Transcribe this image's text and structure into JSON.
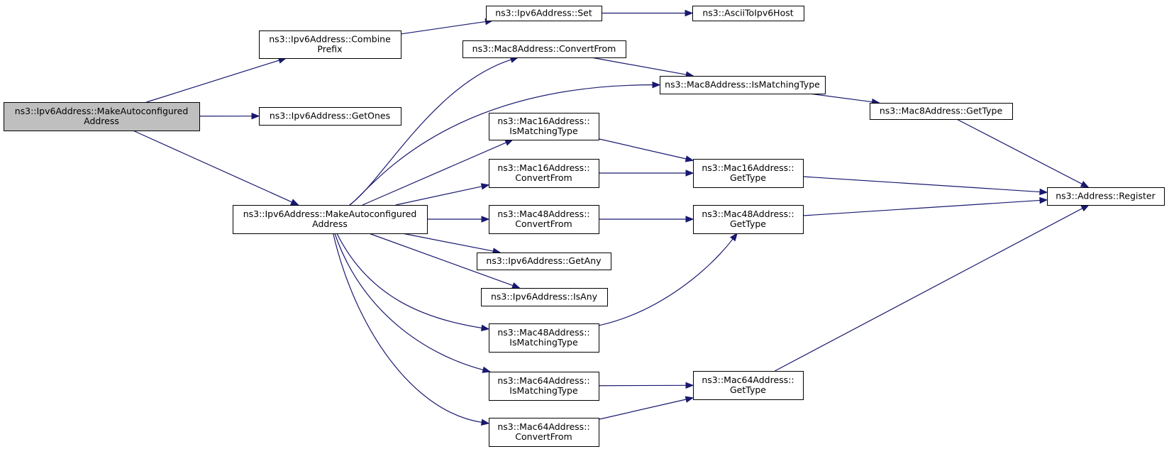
{
  "colors": {
    "edge": "#191970",
    "node_fill": "#ffffff",
    "root_fill": "#bfbfbf",
    "border": "#000000"
  },
  "nodes": [
    {
      "id": "n_root",
      "name": "node-root-make-autoconfigured-address",
      "lines": [
        "ns3::Ipv6Address::MakeAutoconfigured",
        "Address"
      ],
      "root": true
    },
    {
      "id": "n_combine",
      "name": "node-combine-prefix",
      "lines": [
        "ns3::Ipv6Address::Combine",
        "Prefix"
      ]
    },
    {
      "id": "n_getones",
      "name": "node-get-ones",
      "lines": [
        "ns3::Ipv6Address::GetOnes"
      ]
    },
    {
      "id": "n_make2",
      "name": "node-make-autoconfigured-address-2",
      "lines": [
        "ns3::Ipv6Address::MakeAutoconfigured",
        "Address"
      ]
    },
    {
      "id": "n_set",
      "name": "node-ipv6-set",
      "lines": [
        "ns3::Ipv6Address::Set"
      ]
    },
    {
      "id": "n_ascii",
      "name": "node-ascii-to-ipv6-host",
      "lines": [
        "ns3::AsciiToIpv6Host"
      ]
    },
    {
      "id": "n_mac8conv",
      "name": "node-mac8-convert-from",
      "lines": [
        "ns3::Mac8Address::ConvertFrom"
      ]
    },
    {
      "id": "n_mac8match",
      "name": "node-mac8-is-matching-type",
      "lines": [
        "ns3::Mac8Address::IsMatchingType"
      ]
    },
    {
      "id": "n_mac8type",
      "name": "node-mac8-get-type",
      "lines": [
        "ns3::Mac8Address::GetType"
      ]
    },
    {
      "id": "n_mac16match",
      "name": "node-mac16-is-matching-type",
      "lines": [
        "ns3::Mac16Address::",
        "IsMatchingType"
      ]
    },
    {
      "id": "n_mac16type",
      "name": "node-mac16-get-type",
      "lines": [
        "ns3::Mac16Address::",
        "GetType"
      ]
    },
    {
      "id": "n_mac16conv",
      "name": "node-mac16-convert-from",
      "lines": [
        "ns3::Mac16Address::",
        "ConvertFrom"
      ]
    },
    {
      "id": "n_register",
      "name": "node-address-register",
      "lines": [
        "ns3::Address::Register"
      ]
    },
    {
      "id": "n_mac48conv",
      "name": "node-mac48-convert-from",
      "lines": [
        "ns3::Mac48Address::",
        "ConvertFrom"
      ]
    },
    {
      "id": "n_mac48type",
      "name": "node-mac48-get-type",
      "lines": [
        "ns3::Mac48Address::",
        "GetType"
      ]
    },
    {
      "id": "n_getany",
      "name": "node-ipv6-get-any",
      "lines": [
        "ns3::Ipv6Address::GetAny"
      ]
    },
    {
      "id": "n_isany",
      "name": "node-ipv6-is-any",
      "lines": [
        "ns3::Ipv6Address::IsAny"
      ]
    },
    {
      "id": "n_mac48match",
      "name": "node-mac48-is-matching-type",
      "lines": [
        "ns3::Mac48Address::",
        "IsMatchingType"
      ]
    },
    {
      "id": "n_mac64match",
      "name": "node-mac64-is-matching-type",
      "lines": [
        "ns3::Mac64Address::",
        "IsMatchingType"
      ]
    },
    {
      "id": "n_mac64type",
      "name": "node-mac64-get-type",
      "lines": [
        "ns3::Mac64Address::",
        "GetType"
      ]
    },
    {
      "id": "n_mac64conv",
      "name": "node-mac64-convert-from",
      "lines": [
        "ns3::Mac64Address::",
        "ConvertFrom"
      ]
    }
  ],
  "edges": [
    {
      "from": "n_root",
      "to": "n_combine"
    },
    {
      "from": "n_root",
      "to": "n_getones"
    },
    {
      "from": "n_root",
      "to": "n_make2"
    },
    {
      "from": "n_combine",
      "to": "n_set"
    },
    {
      "from": "n_set",
      "to": "n_ascii"
    },
    {
      "from": "n_make2",
      "to": "n_mac8conv"
    },
    {
      "from": "n_make2",
      "to": "n_mac8match"
    },
    {
      "from": "n_make2",
      "to": "n_mac16match"
    },
    {
      "from": "n_make2",
      "to": "n_mac16conv"
    },
    {
      "from": "n_make2",
      "to": "n_mac48conv"
    },
    {
      "from": "n_make2",
      "to": "n_getany"
    },
    {
      "from": "n_make2",
      "to": "n_isany"
    },
    {
      "from": "n_make2",
      "to": "n_mac48match"
    },
    {
      "from": "n_make2",
      "to": "n_mac64match"
    },
    {
      "from": "n_make2",
      "to": "n_mac64conv"
    },
    {
      "from": "n_mac8conv",
      "to": "n_mac8match"
    },
    {
      "from": "n_mac8match",
      "to": "n_mac8type"
    },
    {
      "from": "n_mac8type",
      "to": "n_register"
    },
    {
      "from": "n_mac16match",
      "to": "n_mac16type"
    },
    {
      "from": "n_mac16conv",
      "to": "n_mac16type"
    },
    {
      "from": "n_mac16type",
      "to": "n_register"
    },
    {
      "from": "n_mac48conv",
      "to": "n_mac48type"
    },
    {
      "from": "n_mac48match",
      "to": "n_mac48type"
    },
    {
      "from": "n_mac48type",
      "to": "n_register"
    },
    {
      "from": "n_mac64match",
      "to": "n_mac64type"
    },
    {
      "from": "n_mac64conv",
      "to": "n_mac64type"
    },
    {
      "from": "n_mac64type",
      "to": "n_register"
    }
  ]
}
